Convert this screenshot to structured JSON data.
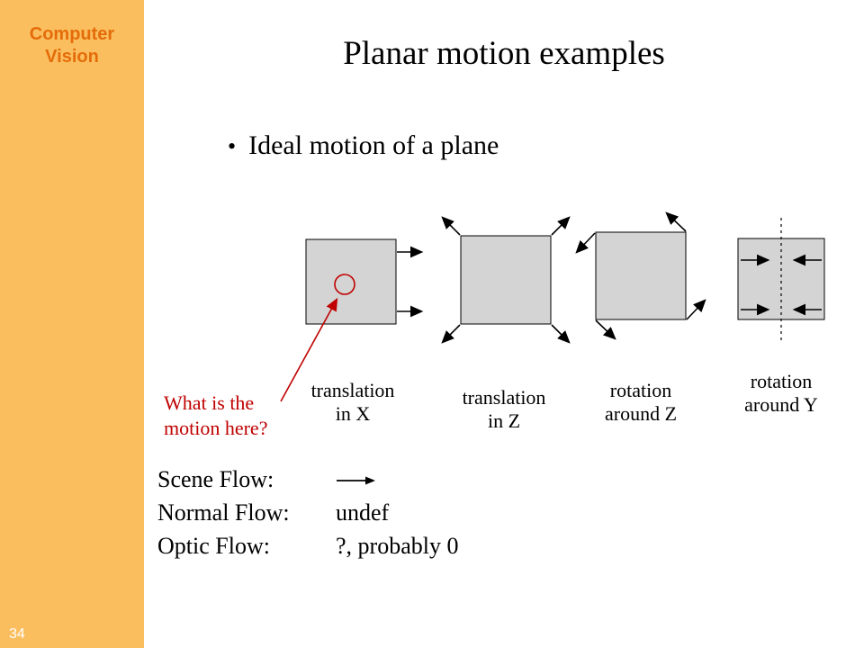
{
  "sidebar": {
    "title": "Computer\nVision",
    "page_number": "34"
  },
  "slide": {
    "title": "Planar motion examples",
    "bullet_marker": "•",
    "bullet_text": "Ideal motion of a plane"
  },
  "diagram": {
    "annotation_text": "What is the\nmotion here?",
    "captions": [
      "translation\nin X",
      "translation\nin Z",
      "rotation\naround Z",
      "rotation\naround Y"
    ]
  },
  "flows": {
    "scene_label": "Scene Flow:",
    "normal_label": "Normal Flow:",
    "normal_value": "undef",
    "optic_label": "Optic Flow:",
    "optic_value": "?, probably 0"
  },
  "colors": {
    "sidebar_bg": "#FBBE5E",
    "accent_text": "#E46C0A",
    "annotation_red": "#C00000",
    "square_fill": "#D4D4D4"
  }
}
